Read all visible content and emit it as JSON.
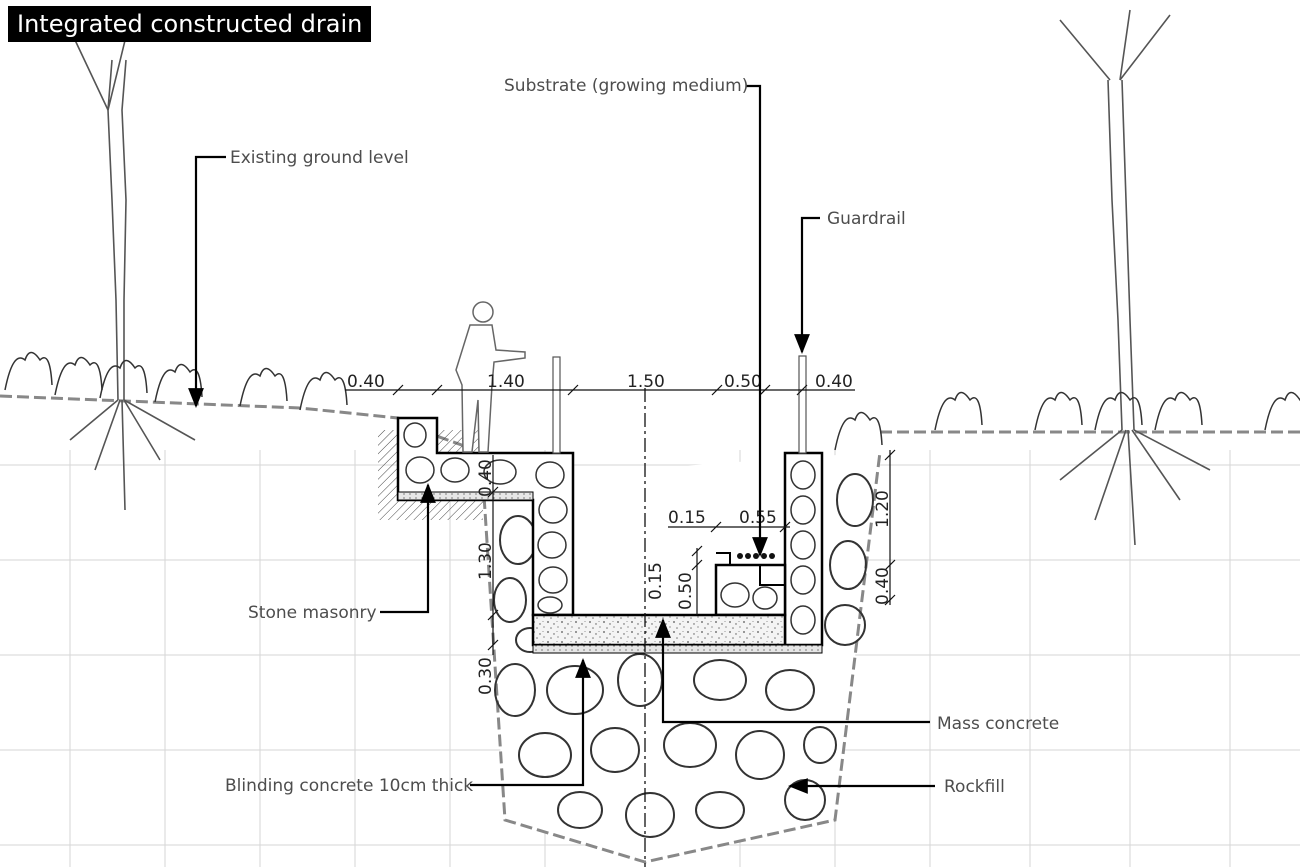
{
  "title": "Integrated constructed drain",
  "labels": {
    "existing_ground": "Existing ground level",
    "substrate": "Substrate (growing medium)",
    "guardrail": "Guardrail",
    "stone_masonry": "Stone masonry",
    "mass_concrete": "Mass concrete",
    "blinding": "Blinding concrete 10cm thick",
    "rockfill": "Rockfill"
  },
  "dimensions": {
    "top": [
      "0.40",
      "1.40",
      "1.50",
      "0.50",
      "0.40"
    ],
    "step_height": "0.40",
    "wall_height_left": "1.30",
    "footing_left": "0.30",
    "planter_w1": "0.15",
    "planter_w2": "0.55",
    "planter_h1": "0.15",
    "planter_h2": "0.50",
    "right_height": "1.20",
    "right_low": "0.40"
  }
}
